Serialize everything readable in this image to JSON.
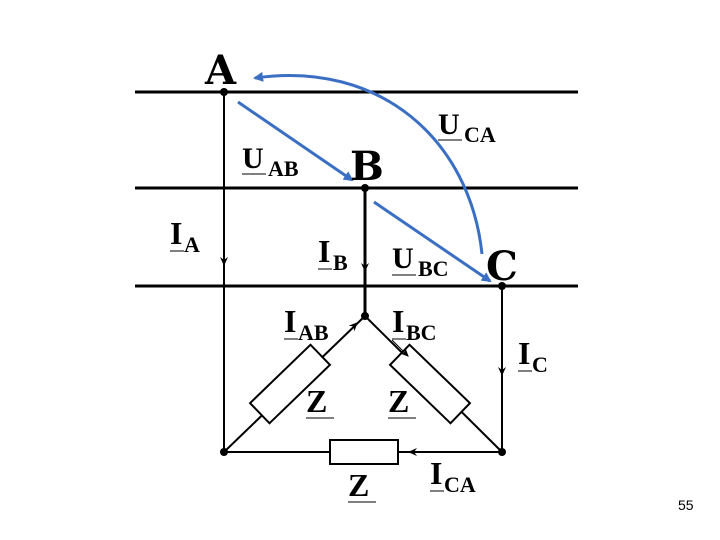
{
  "nodes": {
    "a": "A",
    "b": "B",
    "c": "C"
  },
  "voltages": {
    "uab": {
      "main": "U",
      "sub": "AB"
    },
    "uca": {
      "main": "U",
      "sub": "CA"
    },
    "ubc": {
      "main": "U",
      "sub": "BC"
    }
  },
  "currents": {
    "ia": {
      "main": "I",
      "sub": "A"
    },
    "ib": {
      "main": "I",
      "sub": "B"
    },
    "ic": {
      "main": "I",
      "sub": "C"
    },
    "iab": {
      "main": "I",
      "sub": "AB"
    },
    "ibc": {
      "main": "I",
      "sub": "BC"
    },
    "ica": {
      "main": "I",
      "sub": "CA"
    }
  },
  "impedances": {
    "z_ab": "Z",
    "z_bc": "Z",
    "z_ca": "Z"
  },
  "page_number": "55",
  "colors": {
    "wire": "#000000",
    "voltage_arrow": "#3a6fc4"
  }
}
